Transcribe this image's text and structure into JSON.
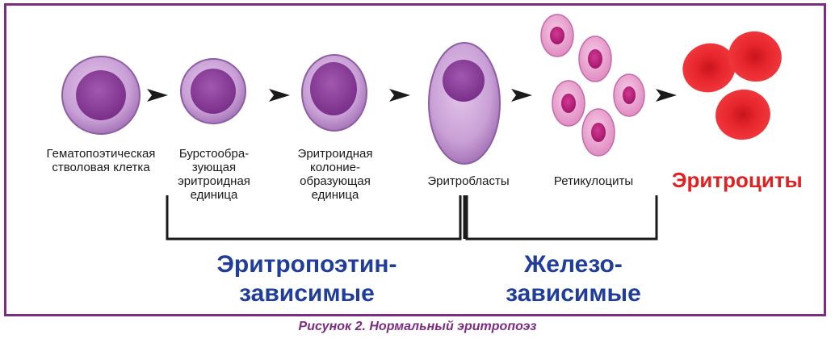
{
  "stages": [
    {
      "label": "Гематопоэтическая\nстволовая клетка"
    },
    {
      "label": "Бурстообра-\nзующая\nэритроидная\nединица"
    },
    {
      "label": "Эритроидная\nколоние-\nобразующая\nединица"
    },
    {
      "label": "Эритробласты"
    },
    {
      "label": "Ретикулоциты"
    }
  ],
  "final_stage": "Эритроциты",
  "groups": [
    {
      "label": "Эритропоэтин-\nзависимые"
    },
    {
      "label": "Железо-\nзависимые"
    }
  ],
  "caption": "Рисунок 2. Нормальный эритропоэз",
  "colors": {
    "frame": "#7b2d82",
    "cell_outer": "#c9a0d6",
    "cell_nucleus": "#8a3d98",
    "retic_outer": "#e9a1cf",
    "retic_nucleus": "#b71f79",
    "rbc": "#e31e24",
    "group_text": "#1f3d99",
    "final_text": "#e02121"
  }
}
